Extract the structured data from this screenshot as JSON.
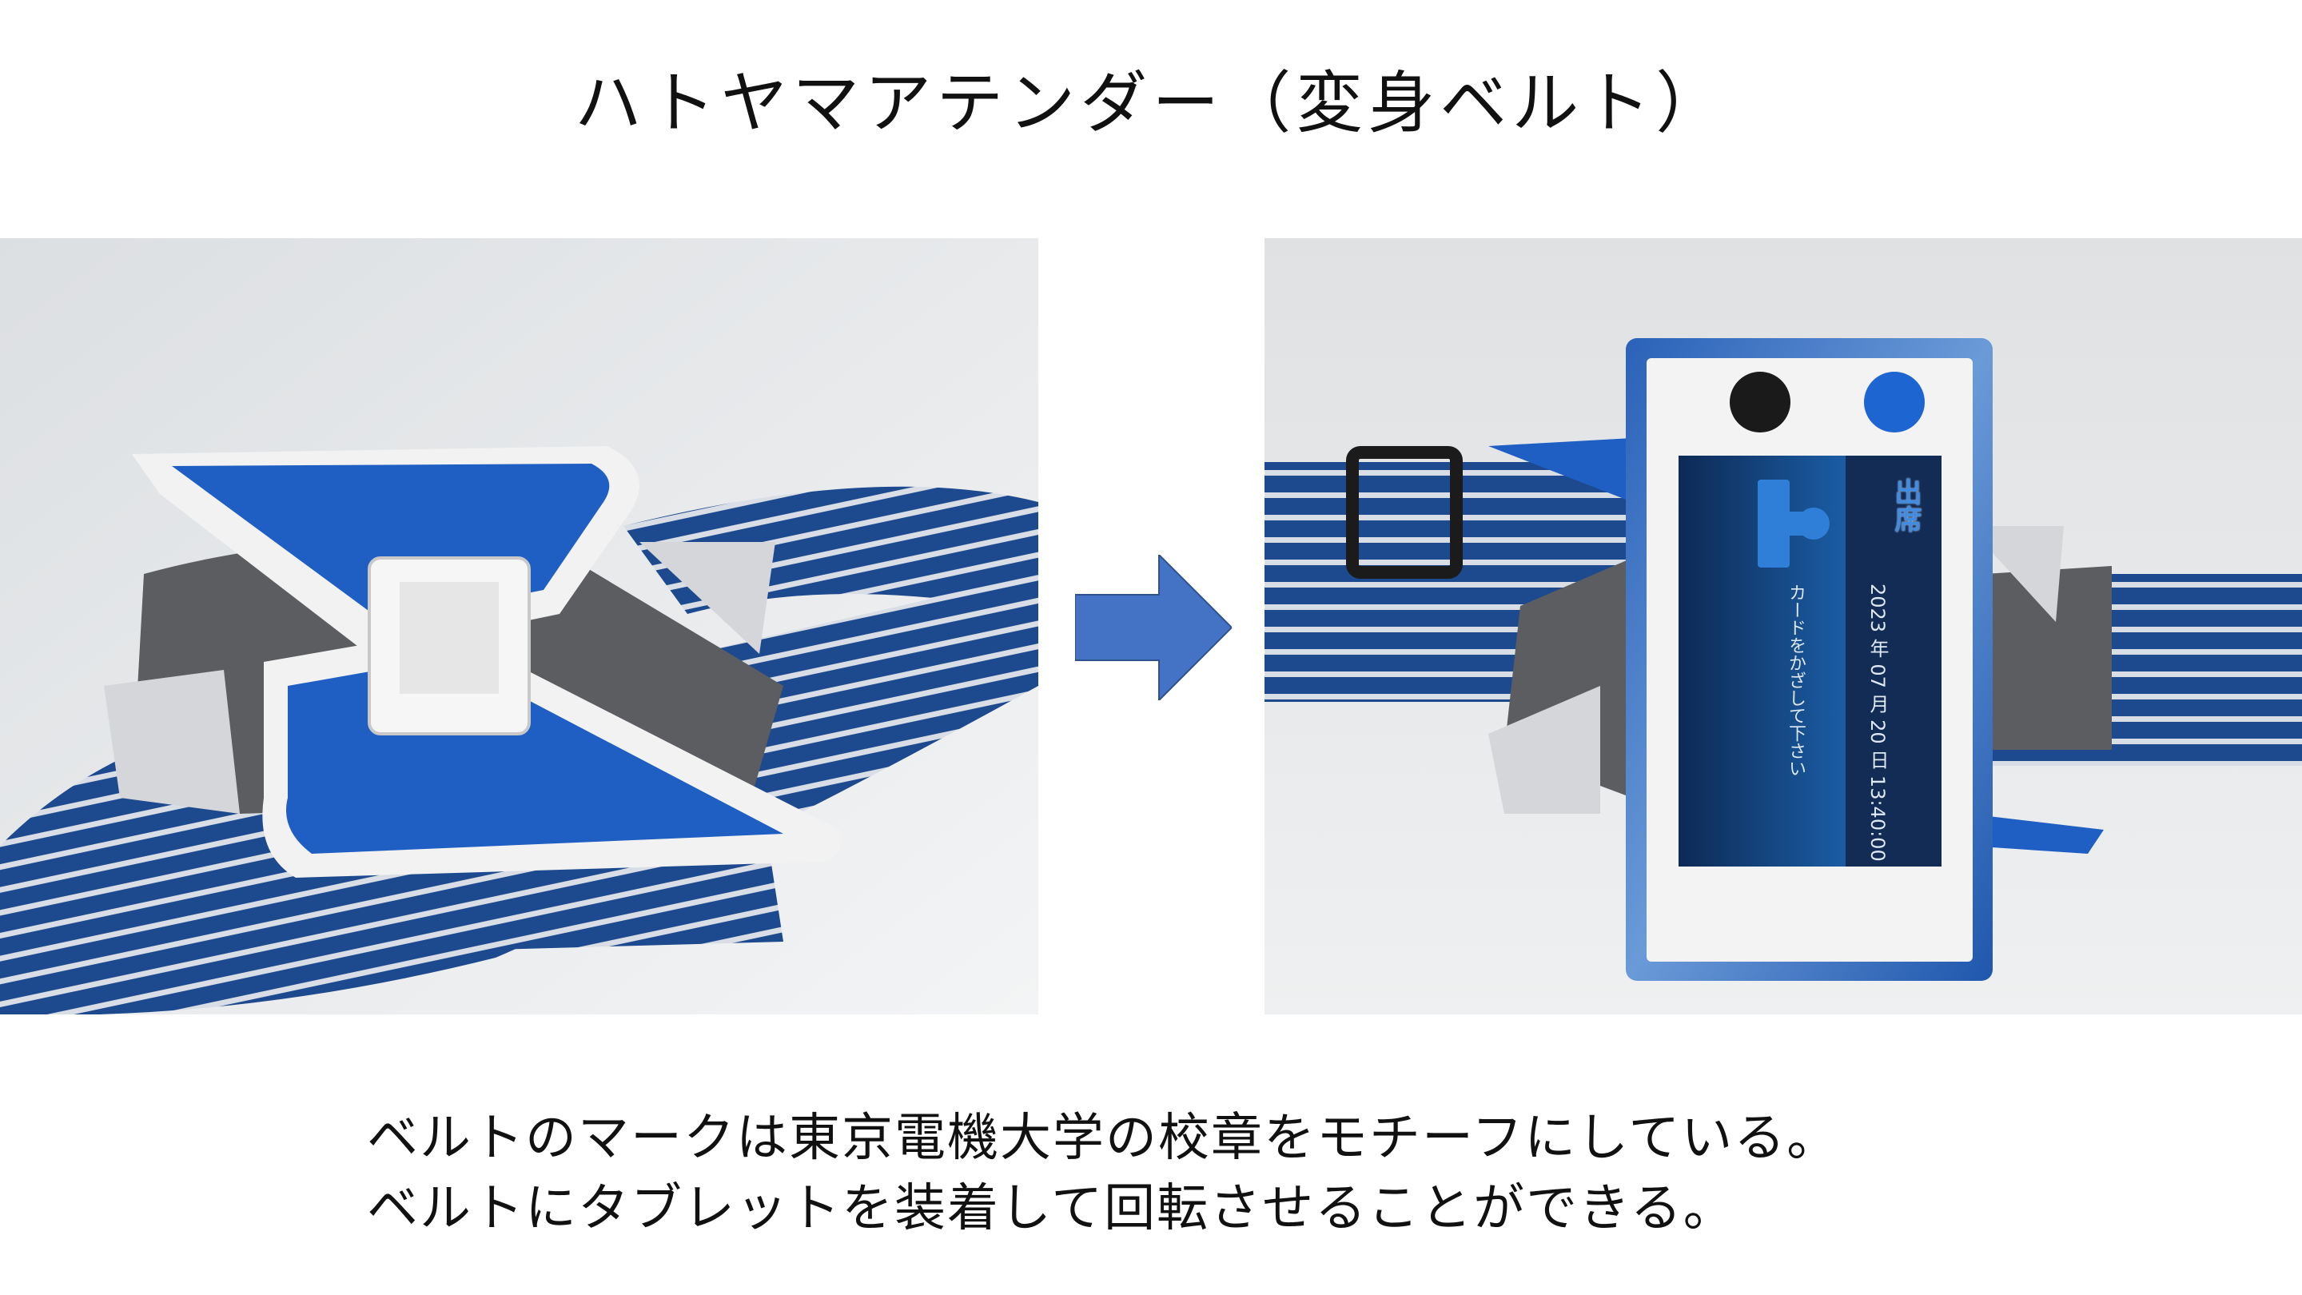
{
  "slide": {
    "title": "ハトヤマアテンダー（変身ベルト）",
    "caption_lines": [
      "ベルトのマークは東京電機大学の校章をモチーフにしている。",
      "ベルトにタブレットを装着して回転させることができる。"
    ]
  },
  "tablet_screen": {
    "heading": "出席",
    "datetime": "2023 年 07 月 20 日 13:40:00",
    "message": "カードをかざして下さい"
  },
  "colors": {
    "accent_blue": "#4472c4",
    "belt_blue": "#1f4f95",
    "wing_blue": "#1f5fc4"
  }
}
